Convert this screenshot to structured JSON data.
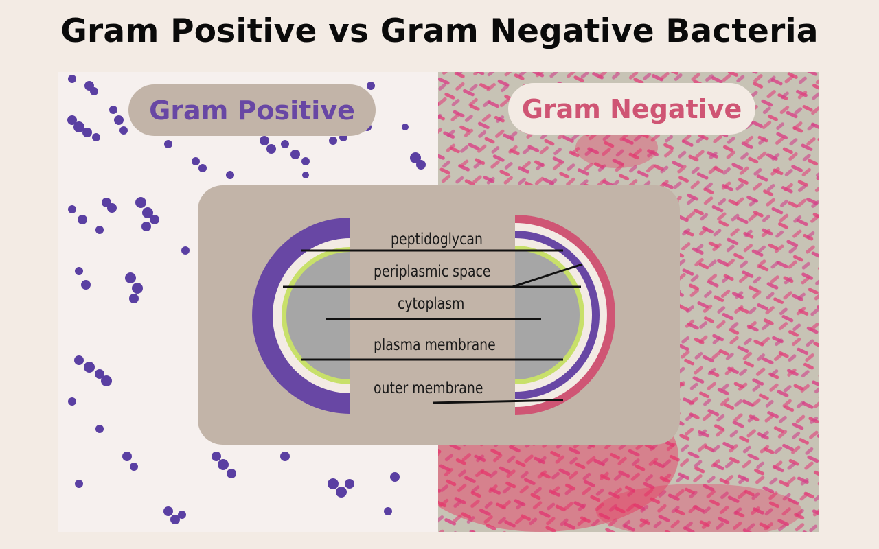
{
  "title": "Gram Positive vs Gram Negative Bacteria",
  "panels": {
    "positive": {
      "label": "Gram Positive",
      "color": "#6847a4",
      "photo": "purple-stained cocci clusters micrograph"
    },
    "negative": {
      "label": "Gram Negative",
      "color": "#cf5574",
      "photo": "pink-stained rod bacteria micrograph"
    }
  },
  "diagram": {
    "labels": [
      {
        "id": "peptidoglycan",
        "text": "peptidoglycan"
      },
      {
        "id": "periplasmic",
        "text": "periplasmic space"
      },
      {
        "id": "cytoplasm",
        "text": "cytoplasm"
      },
      {
        "id": "plasma",
        "text": "plasma membrane"
      },
      {
        "id": "outer",
        "text": "outer membrane"
      }
    ],
    "colors": {
      "peptidoglycan": "#6847a4",
      "outer_membrane": "#cf5574",
      "periplasm": "#f3ebe4",
      "plasma_membrane": "#c8e06a",
      "cytoplasm": "#a6a6a6",
      "panel": "#c2b4a8"
    }
  }
}
